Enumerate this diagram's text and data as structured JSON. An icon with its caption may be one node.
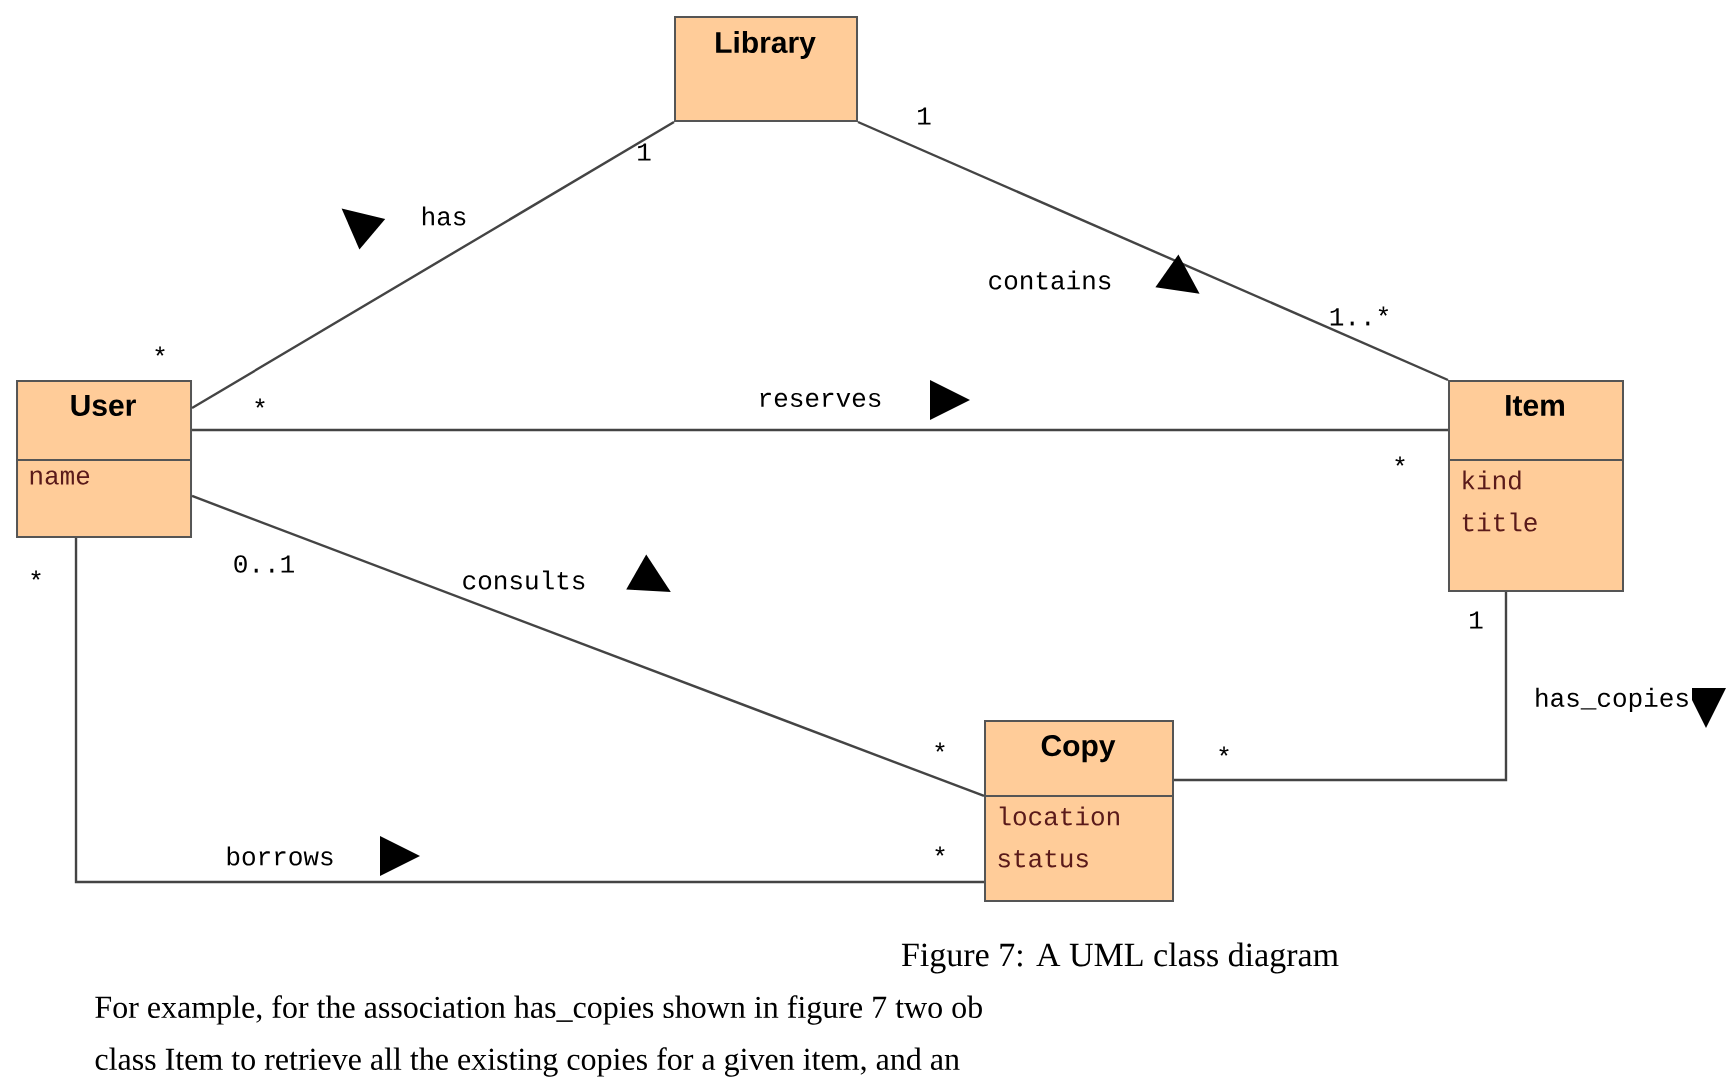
{
  "diagram": {
    "caption": "Figure 7: A UML class diagram",
    "nodes": [
      {
        "text": [
          "Library"
        ]
      },
      {
        "text": [
          "User",
          "name"
        ]
      },
      {
        "text": [
          "Item",
          "kind title"
        ]
      },
      {
        "text": [
          "Copy",
          "location status"
        ]
      }
    ],
    "edges": [
      {
        "from": 1,
        "to": 0,
        "arrow": "none",
        "label": "has"
      },
      {
        "from": 0,
        "to": 2,
        "arrow": "none",
        "label": "contains"
      },
      {
        "from": 1,
        "to": 2,
        "arrow": "none",
        "label": "reserves"
      },
      {
        "from": 1,
        "to": 3,
        "arrow": "none",
        "label": "consults"
      },
      {
        "from": 2,
        "to": 3,
        "arrow": "none",
        "label": "has_copies"
      },
      {
        "from": 1,
        "to": 3,
        "arrow": "none",
        "label": "borrows"
      }
    ],
    "labels": [
      "1",
      "1",
      "*",
      "1..*",
      "*",
      "*",
      "0..1",
      "*",
      "1",
      "*",
      "*",
      "*",
      "For example, for the association has_copies shown in figure 7 two ob",
      "class Item to retrieve all the existing copies for a given item, and an"
    ]
  }
}
